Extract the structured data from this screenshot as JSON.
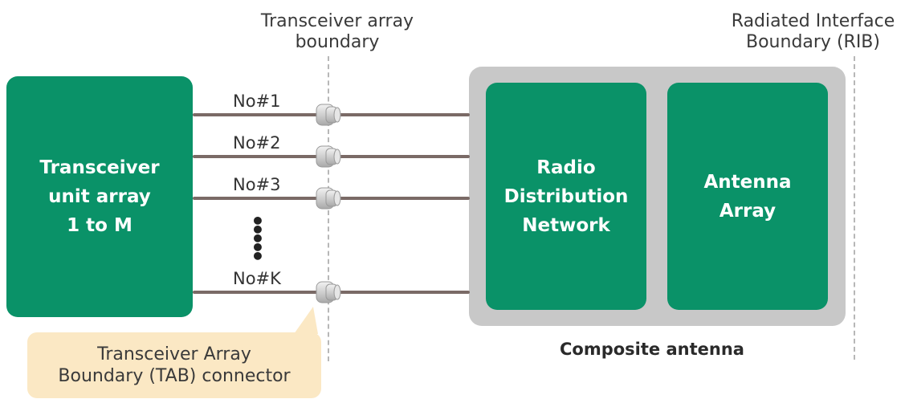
{
  "top_labels": {
    "tab_boundary": [
      "Transceiver array",
      "boundary"
    ],
    "rib": [
      "Radiated Interface",
      "Boundary (RIB)"
    ]
  },
  "transceiver_block": [
    "Transceiver",
    "unit array",
    "1 to M"
  ],
  "channels": [
    "No#1",
    "No#2",
    "No#3",
    "No#K"
  ],
  "ellipsis_dots": "•\n•\n•\n•\n•",
  "rdn_block": [
    "Radio",
    "Distribution",
    "Network"
  ],
  "antenna_block": [
    "Antenna",
    "Array"
  ],
  "composite_label": "Composite antenna",
  "callout": [
    "Transceiver Array",
    "Boundary (TAB) connector"
  ],
  "colors": {
    "block_green": "#0a9268",
    "composite_gray": "#c8c8c8",
    "callout_fill": "#fbe8c4",
    "line_brown": "#7a6a66"
  }
}
